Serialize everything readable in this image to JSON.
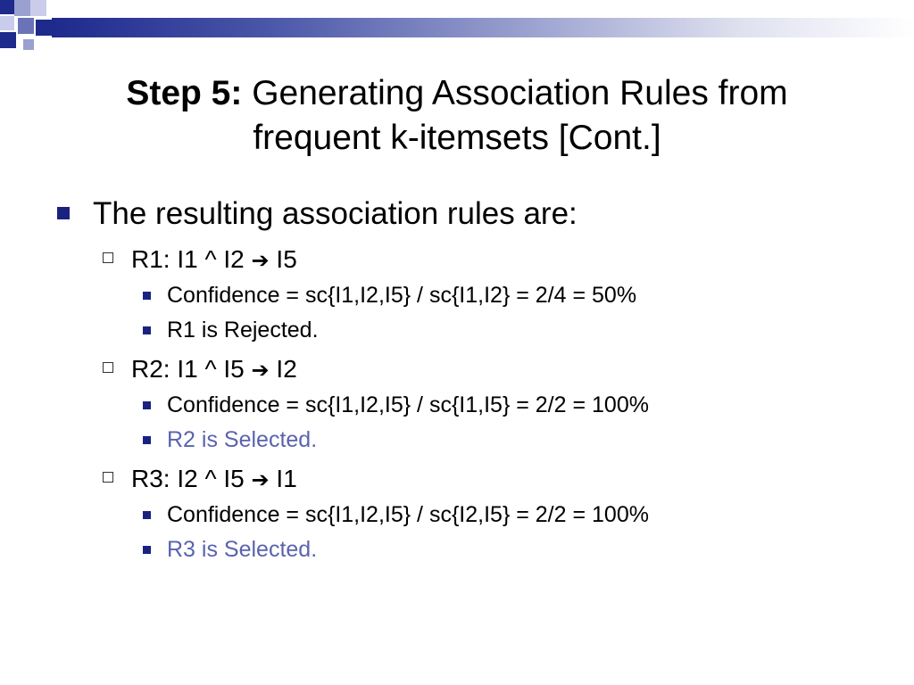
{
  "theme": {
    "accent": "#1e2a8c",
    "selected_text": "#5a63ad"
  },
  "slide": {
    "title_bold": "Step 5:",
    "title_rest_line1": " Generating Association Rules from",
    "title_line2": "frequent k-itemsets [Cont.]",
    "intro": "The resulting association rules are:",
    "rules": [
      {
        "label": "R1: I1 ^ I2 ",
        "arrow": "➔",
        "consequent": " I5",
        "confidence": "Confidence = sc{I1,I2,I5} / sc{I1,I2} = 2/4 = 50%",
        "verdict": "R1 is Rejected."
      },
      {
        "label": "R2: I1 ^ I5 ",
        "arrow": "➔",
        "consequent": " I2",
        "confidence": "Confidence = sc{I1,I2,I5} / sc{I1,I5} = 2/2 = 100%",
        "verdict": "R2 is Selected."
      },
      {
        "label": "R3: I2 ^ I5 ",
        "arrow": "➔",
        "consequent": " I1",
        "confidence": "Confidence = sc{I1,I2,I5} / sc{I2,I5} = 2/2 = 100%",
        "verdict": "R3 is Selected."
      }
    ]
  }
}
